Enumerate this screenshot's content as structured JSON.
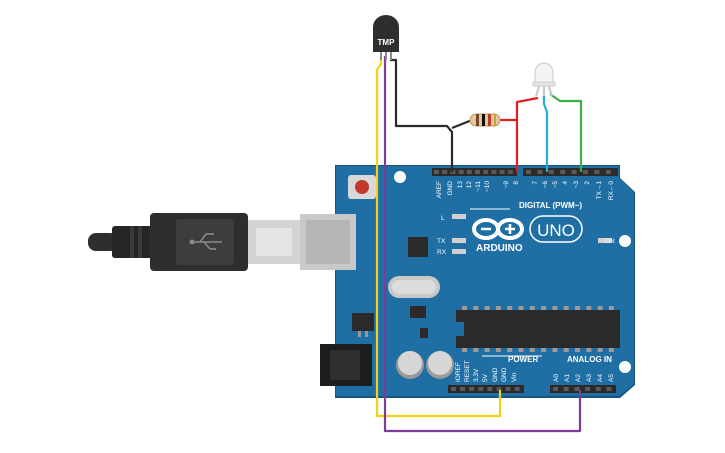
{
  "sensor": {
    "label": "TMP"
  },
  "board": {
    "brand": "ARDUINO",
    "model": "UNO",
    "digital_header": "DIGITAL (PWM~)",
    "power_header": "POWER",
    "analog_header": "ANALOG IN",
    "on_label": "ON",
    "led_labels": [
      "L",
      "TX",
      "RX"
    ],
    "digital_pins": [
      "AREF",
      "GND",
      "13",
      "12",
      "~11",
      "~10",
      "~9",
      "8",
      "7",
      "~6",
      "~5",
      "4",
      "~3",
      "2",
      "TX→1",
      "RX←0"
    ],
    "power_pins": [
      "IOREF",
      "RESET",
      "3.3V",
      "5V",
      "GND",
      "GND",
      "Vin"
    ],
    "analog_pins": [
      "A0",
      "A1",
      "A2",
      "A3",
      "A4",
      "A5"
    ]
  },
  "colors": {
    "board": "#1f6fa5",
    "board_edge": "#17557f",
    "header": "#2b2b2b",
    "wire_black": "#2a2a2a",
    "wire_red": "#e02020",
    "wire_blue": "#29a8d9",
    "wire_green": "#3cb043",
    "wire_yellow": "#f1d21a",
    "wire_purple": "#7d3c98",
    "usb_plug": "#2e2e2e",
    "usb_metal": "#cfcfcf"
  },
  "icons": [
    "usb-plug-icon",
    "arduino-infinity-logo-icon",
    "rgb-led-icon",
    "resistor-icon",
    "tmp-sensor-icon"
  ]
}
